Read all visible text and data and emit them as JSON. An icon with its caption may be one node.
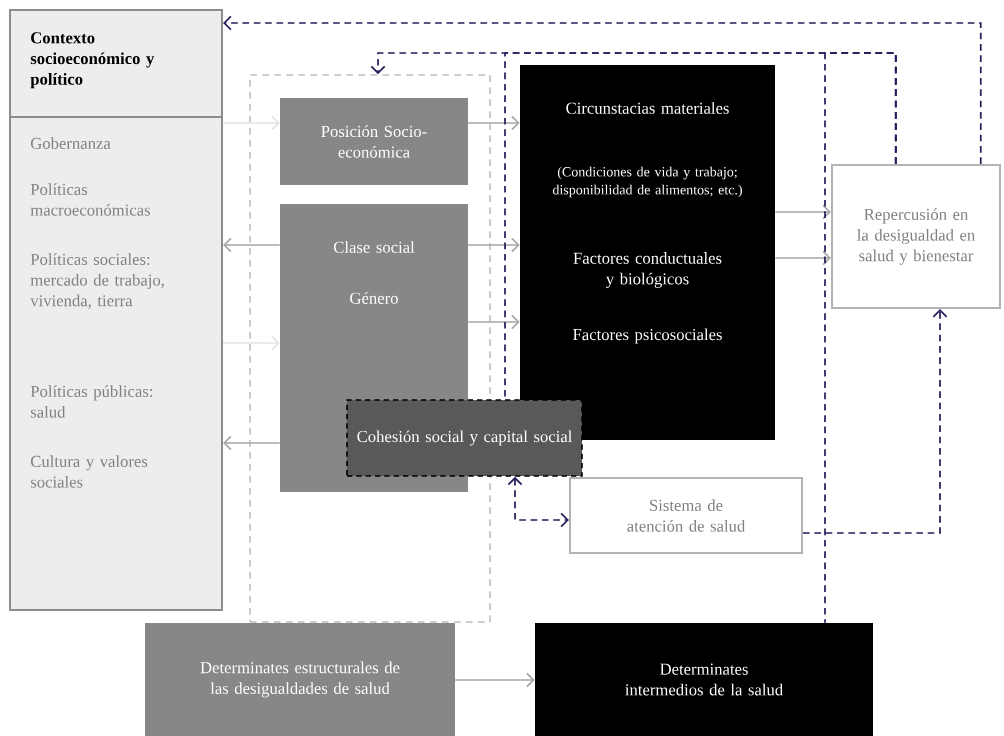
{
  "diagram": {
    "nodes": [
      {
        "text": [
          "Contexto socioeconómico y político",
          "Gobernanza",
          "Políticas macroeconómicas",
          "Políticas sociales: mercado de trabajo, vivienda, tierra",
          "Políticas públicas: salud",
          "Cultura y valores sociales"
        ]
      },
      {
        "text": [],
        "shape": "box"
      },
      {
        "text": [
          "Posición Socio-económica"
        ],
        "in": 1
      },
      {
        "text": [
          "Clase social",
          "Género"
        ],
        "in": 1
      },
      {
        "text": [
          "Cohesión social y capital social"
        ]
      },
      {
        "text": [
          "Circunstacias materiales",
          "(Condiciones de vida y trabajo; disponibilidad de alimentos; etc.)",
          "Factores conductuales y biológicos",
          "Factores psicosociales"
        ]
      },
      {
        "text": [
          "Repercusión en la desigualdad en salud y bienestar"
        ]
      },
      {
        "text": [
          "Sistema de atención de salud"
        ]
      },
      {
        "text": [
          "Determinates estructurales de las desigualdades de salud"
        ]
      },
      {
        "text": [
          "Determinates intermedios de la salud"
        ]
      }
    ],
    "edges": [
      {
        "from": 0,
        "to": 2,
        "arrow": "to",
        "color": "#e3e3e3"
      },
      {
        "from": 3,
        "to": 0,
        "arrow": "to"
      },
      {
        "from": 0,
        "to": 3,
        "arrow": "to",
        "color": "#e3e3e3"
      },
      {
        "from": 3,
        "to": 0,
        "arrow": "to"
      },
      {
        "from": 2,
        "to": 5,
        "arrow": "to"
      },
      {
        "from": 3,
        "to": 5,
        "arrow": "to"
      },
      {
        "from": 3,
        "to": 5,
        "arrow": "to"
      },
      {
        "from": 5,
        "to": 6,
        "arrow": "to"
      },
      {
        "from": 5,
        "to": 6,
        "arrow": "to"
      },
      {
        "from": 8,
        "to": 9,
        "arrow": "to"
      },
      {
        "from": 6,
        "to": 0,
        "arrow": "to",
        "style": "dashed",
        "color": "#231f5c"
      },
      {
        "from": 6,
        "to": 1,
        "arrow": "to",
        "style": "dashed",
        "color": "#231f5c"
      },
      {
        "from": 6,
        "to": 4,
        "arrow": "none",
        "style": "dashed",
        "color": "#231f5c"
      },
      {
        "from": 6,
        "to": 9,
        "arrow": "none",
        "style": "dashed",
        "color": "#231f5c"
      },
      {
        "from": 7,
        "to": 6,
        "arrow": "to",
        "style": "dashed",
        "color": "#231f5c"
      },
      {
        "from": 4,
        "to": 7,
        "arrow": "both",
        "style": "dashed",
        "color": "#231f5c"
      }
    ]
  }
}
